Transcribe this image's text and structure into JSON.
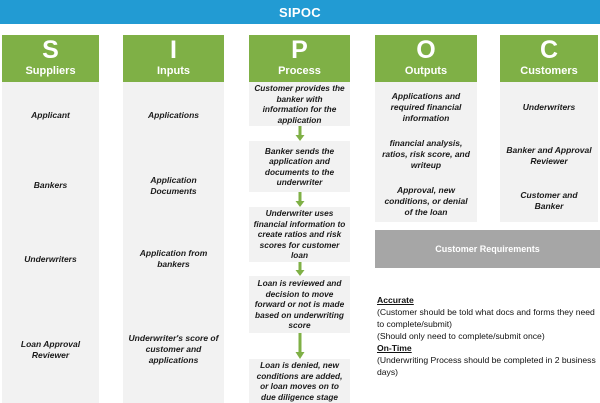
{
  "header": {
    "title": "SIPOC"
  },
  "colors": {
    "banner_blue": "#229bd3",
    "header_green": "#7fb046",
    "panel_gray": "#f2f2f2",
    "requirements_gray": "#a6a6a6",
    "arrow_green": "#7fb046"
  },
  "columns": [
    {
      "letter": "S",
      "name": "Suppliers",
      "items": [
        "Applicant",
        "Bankers",
        "Underwriters",
        "Loan Approval Reviewer"
      ]
    },
    {
      "letter": "I",
      "name": "Inputs",
      "items": [
        "Applications",
        "Application Documents",
        "Application from bankers",
        "Underwriter's score of customer and applications"
      ]
    },
    {
      "letter": "P",
      "name": "Process",
      "items": [
        "Customer provides the banker with information for the application",
        "Banker sends the application and documents to the underwriter",
        "Underwriter uses financial information to create ratios and risk scores for customer loan",
        "Loan is reviewed and decision to move forward or not is made based on underwriting score",
        "Loan is denied, new conditions are added, or loan moves on to due diligence stage"
      ]
    },
    {
      "letter": "O",
      "name": "Outputs",
      "items": [
        "Applications and required financial information",
        "financial analysis, ratios, risk score, and writeup",
        "Approval, new conditions, or denial of the loan"
      ]
    },
    {
      "letter": "C",
      "name": "Customers",
      "items": [
        "Underwriters",
        "Banker and Approval Reviewer",
        "Customer and Banker"
      ]
    }
  ],
  "requirements": {
    "bar_label": "Customer Requirements",
    "entries": [
      {
        "title": "Accurate",
        "lines": [
          "(Customer should be told what docs and forms they need to complete/submit)",
          "(Should only need to complete/submit once)"
        ]
      },
      {
        "title": "On-Time",
        "lines": [
          "(Underwriting Process should be completed in 2 business days)"
        ]
      }
    ]
  }
}
